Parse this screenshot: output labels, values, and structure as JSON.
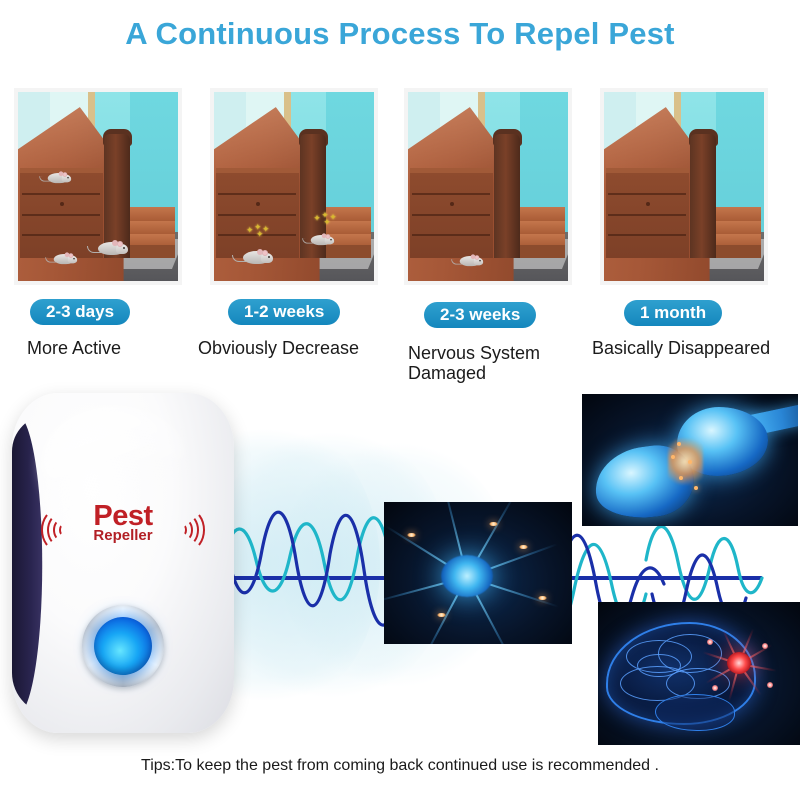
{
  "header": {
    "title": "A Continuous Process To Repel Pest",
    "title_color": "#3aa6d8"
  },
  "stages": [
    {
      "badge": "2-3 days",
      "caption": "More Active",
      "scene_alt": "Three mice active near a wooden dresser under a staircase",
      "mice_count": 3,
      "dizzy": false
    },
    {
      "badge": "1-2 weeks",
      "caption": "Obviously Decrease",
      "scene_alt": "Two disoriented mice with dizzy marks near the staircase",
      "mice_count": 2,
      "dizzy": true
    },
    {
      "badge": "2-3 weeks",
      "caption": "Nervous System\nDamaged",
      "scene_alt": "A single weakened mouse on the floor by the staircase",
      "mice_count": 1,
      "dizzy": false
    },
    {
      "badge": "1 month",
      "caption": "Basically Disappeared",
      "scene_alt": "Empty staircase scene with no mice remaining",
      "mice_count": 0,
      "dizzy": false
    }
  ],
  "device": {
    "name": "ultrasonic-pest-repeller",
    "logo_main": "Pest",
    "logo_sub": "Repeller",
    "logo_color": "#c02026",
    "led_color": "#17a6f5",
    "body_color": "#ffffff",
    "edge_color": "#2a2550"
  },
  "science_images": [
    {
      "name": "neuron",
      "alt": "Glowing blue neuron with radiating dendrites"
    },
    {
      "name": "synapse",
      "alt": "Blue synapse terminals with orange spark in the gap"
    },
    {
      "name": "brain",
      "alt": "Blue wireframe brain with red neuron burst"
    }
  ],
  "waveform": {
    "alt": "Ultrasonic sound waves emitted from the repeller",
    "color_dark": "#1a2fa8",
    "color_light": "#1fb6c9"
  },
  "badges": {
    "background_color": "#1487bd",
    "text_color": "#ffffff"
  },
  "footer": {
    "tips": "Tips:To keep the pest from coming back continued use is recommended ."
  }
}
